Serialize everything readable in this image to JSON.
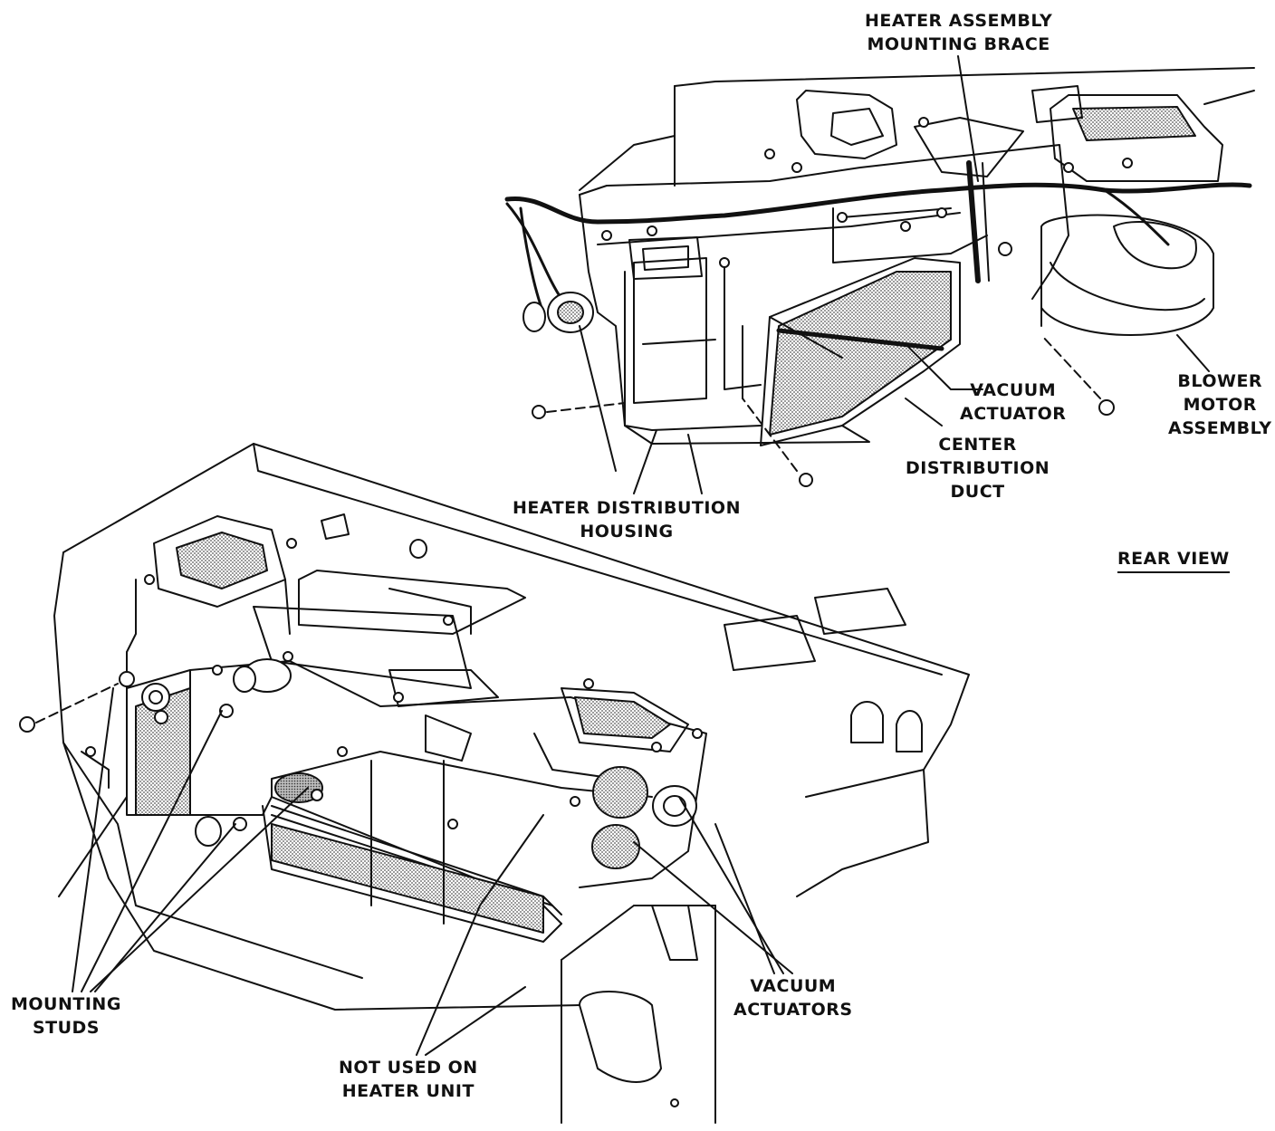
{
  "labels": {
    "heater_brace": [
      "HEATER ASSEMBLY",
      "MOUNTING BRACE"
    ],
    "vacuum_actuator": [
      "VACUUM",
      "ACTUATOR"
    ],
    "blower_motor": [
      "BLOWER",
      "MOTOR",
      "ASSEMBLY"
    ],
    "center_duct": [
      "CENTER",
      "DISTRIBUTION",
      "DUCT"
    ],
    "heater_housing": [
      "HEATER DISTRIBUTION",
      "HOUSING"
    ],
    "rear_view": "REAR VIEW",
    "mounting_studs": [
      "MOUNTING",
      "STUDS"
    ],
    "not_used": [
      "NOT USED ON",
      "HEATER UNIT"
    ],
    "vacuum_actuators": [
      "VACUUM",
      "ACTUATORS"
    ]
  },
  "colors": {
    "ink": "#111111",
    "shade": "#9a9a9a",
    "paper": "#ffffff"
  }
}
